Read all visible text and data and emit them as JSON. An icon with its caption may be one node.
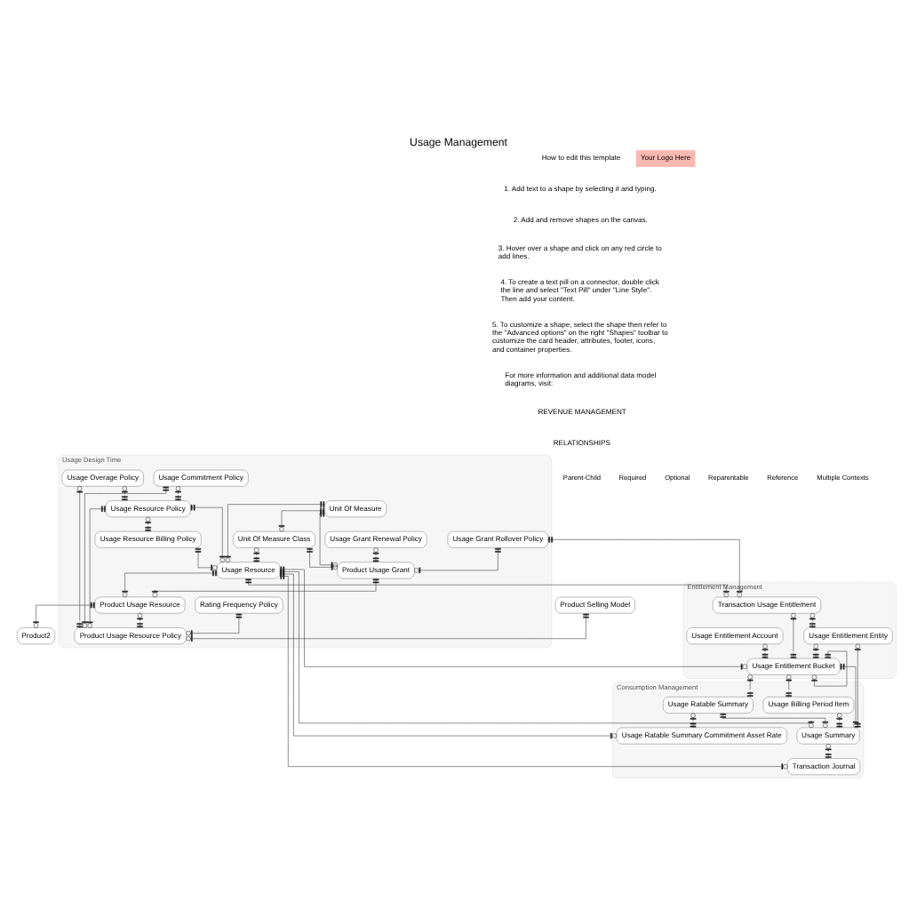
{
  "diagram": {
    "title": "Usage Management",
    "nodes": [
      {
        "text": [
          "Usage Design Time"
        ]
      },
      {
        "text": [
          "Unit Of Measure"
        ],
        "in": 0
      },
      {
        "text": [
          "Usage Commitment Policy"
        ],
        "in": 0
      },
      {
        "text": [
          "Usage Resource Policy"
        ],
        "in": 0
      },
      {
        "text": [
          "Usage Resource Billing Policy"
        ],
        "in": 0
      },
      {
        "text": [
          "Usage Resource"
        ],
        "in": 0
      },
      {
        "text": [
          "Unit Of Measure Class"
        ],
        "in": 0
      },
      {
        "text": [
          "Product Usage Grant"
        ],
        "in": 0
      },
      {
        "text": [
          "Usage Grant Renewal Policy"
        ],
        "in": 0
      },
      {
        "text": [
          "Usage Overage Policy"
        ],
        "in": 0
      },
      {
        "text": [
          "Usage Grant Rollover Policy"
        ],
        "in": 0
      },
      {
        "text": [
          "Product Usage Resource"
        ],
        "in": 0
      },
      {
        "text": [
          "Product Usage Resource Policy"
        ],
        "in": 0
      },
      {
        "text": [
          "Rating Frequency Policy"
        ],
        "in": 0
      },
      {
        "text": [
          "Product2"
        ]
      },
      {
        "text": [
          "Product Selling Model"
        ]
      },
      {
        "text": [
          "Entitlement Management"
        ]
      },
      {
        "text": [
          "Usage Entitlement Entity"
        ],
        "in": 16
      },
      {
        "text": [
          "Transaction Usage Entitlement"
        ],
        "in": 16
      },
      {
        "text": [
          "Usage Entitlement Account"
        ],
        "in": 16
      },
      {
        "text": [
          "Usage Entitlement Bucket"
        ],
        "in": 16
      },
      {
        "text": [
          "Consumption Management"
        ]
      },
      {
        "text": [
          "Usage Summary"
        ],
        "in": 21
      },
      {
        "text": [
          "Usage Billing Period Item"
        ],
        "in": 21
      },
      {
        "text": [
          "Usage Ratable Summary Commitment Asset Rate"
        ],
        "in": 21
      },
      {
        "text": [
          "Usage Ratable Summary"
        ],
        "in": 21
      },
      {
        "text": [
          "Transaction Journal"
        ],
        "in": 21
      },
      {
        "text": [
          "Your Logo Here"
        ]
      }
    ],
    "edges": [
      {
        "from": 1,
        "to": 5,
        "arrow": "other"
      },
      {
        "from": 1,
        "to": 7,
        "arrow": "other"
      },
      {
        "from": 1,
        "to": 6,
        "arrow": "other"
      },
      {
        "from": 2,
        "to": 3,
        "arrow": "other"
      },
      {
        "from": 3,
        "to": 4,
        "arrow": "other"
      },
      {
        "from": 4,
        "to": 5,
        "arrow": "other"
      },
      {
        "from": 3,
        "to": 5,
        "arrow": "other"
      },
      {
        "from": 6,
        "to": 5,
        "arrow": "other"
      },
      {
        "from": 6,
        "to": 7,
        "arrow": "other"
      },
      {
        "from": 8,
        "to": 7,
        "arrow": "other"
      },
      {
        "from": 10,
        "to": 7,
        "arrow": "other"
      },
      {
        "from": 5,
        "to": 11,
        "arrow": "other"
      },
      {
        "from": 7,
        "to": 11,
        "arrow": "other"
      },
      {
        "from": 9,
        "to": 3,
        "arrow": "other"
      },
      {
        "from": 9,
        "to": 12,
        "arrow": "other"
      },
      {
        "from": 2,
        "to": 12,
        "arrow": "other"
      },
      {
        "from": 13,
        "to": 12,
        "arrow": "other"
      },
      {
        "from": 11,
        "to": 12,
        "arrow": "other"
      },
      {
        "from": 11,
        "to": 14,
        "arrow": "other"
      },
      {
        "from": 15,
        "to": 12,
        "arrow": "other"
      },
      {
        "from": 3,
        "to": 12,
        "arrow": "other"
      },
      {
        "from": 10,
        "to": 18,
        "arrow": "other"
      },
      {
        "from": 5,
        "to": 18,
        "arrow": "other"
      },
      {
        "from": 18,
        "to": 17,
        "arrow": "other"
      },
      {
        "from": 17,
        "to": 20,
        "arrow": "other"
      },
      {
        "from": 19,
        "to": 20,
        "arrow": "other"
      },
      {
        "from": 20,
        "to": 20,
        "arrow": "other"
      },
      {
        "from": 18,
        "to": 20,
        "arrow": "other"
      },
      {
        "from": 5,
        "to": 20,
        "arrow": "other"
      },
      {
        "from": 20,
        "to": 22,
        "arrow": "other"
      },
      {
        "from": 20,
        "to": 23,
        "arrow": "other"
      },
      {
        "from": 20,
        "to": 25,
        "arrow": "other"
      },
      {
        "from": 17,
        "to": 22,
        "arrow": "other"
      },
      {
        "from": 23,
        "to": 22,
        "arrow": "other"
      },
      {
        "from": 25,
        "to": 22,
        "arrow": "other"
      },
      {
        "from": 25,
        "to": 24,
        "arrow": "other"
      },
      {
        "from": 5,
        "to": 24,
        "arrow": "other"
      },
      {
        "from": 22,
        "to": 26,
        "arrow": "other"
      },
      {
        "from": 5,
        "to": 26,
        "arrow": "other"
      },
      {
        "from": 5,
        "to": 22,
        "arrow": "other"
      }
    ],
    "labels": [
      "How to edit this template",
      "1. Add text to a shape by selecting it and typing.",
      "2. Add and remove shapes on the canvas.",
      "3. Hover over a shape and click on any red circle to add lines.",
      "4. To create a text pill on a connector, double click the line and select \"Text Pill\" under \"Line Style\". Then add your content.",
      "5. To customize a shape, select the shape then refer to the \"Advanced options\" on the right \"Shapes\" toolbar to customize the card header, attributes, footer, icons, and container properties.",
      "For more information and additional data model diagrams, visit:",
      "REVENUE MANAGEMENT",
      "RELATIONSHIPS"
    ],
    "legend": [
      {
        "text": "Parent-Child"
      },
      {
        "text": "Required"
      },
      {
        "text": "Optional"
      },
      {
        "text": "Reparentable"
      },
      {
        "text": "Reference"
      },
      {
        "text": "Multiple Contexts"
      }
    ]
  }
}
